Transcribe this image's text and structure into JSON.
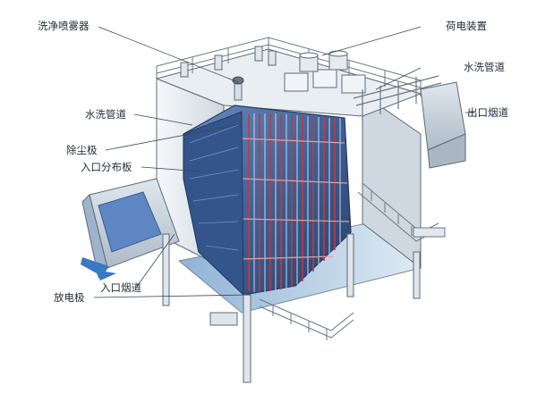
{
  "labels": {
    "spray_washer": "洗净喷雾器",
    "charging_device": "荷电装置",
    "water_pipe_right": "水洗管道",
    "water_pipe_left": "水洗管道",
    "outlet_flue": "出口烟道",
    "dust_plate": "除尘极",
    "inlet_distribution_plate": "入口分布板",
    "inlet_flue": "入口烟道",
    "discharge_electrode": "放电极"
  },
  "colors": {
    "outline": "#5d6b78",
    "metal_light": "#eef2f5",
    "metal_mid": "#d3dbe2",
    "metal_dark": "#9aa7b3",
    "blue_panel": "#4b6fa6",
    "blue_dark": "#2c4a7c",
    "electrode_red": "#c23a3a",
    "leader_line": "#394653",
    "arrow_blue": "#3a79c4"
  }
}
